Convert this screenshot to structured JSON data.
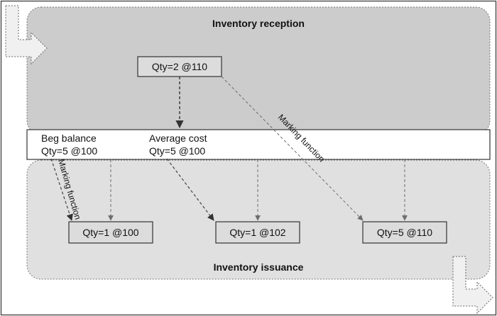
{
  "reception": {
    "title": "Inventory reception",
    "box": "Qty=2 @110"
  },
  "issuance": {
    "title": "Inventory issuance",
    "box1": "Qty=1 @100",
    "box2": "Qty=1 @102",
    "box3": "Qty=5 @110"
  },
  "band": {
    "beg_label": "Beg balance",
    "beg_value": "Qty=5 @100",
    "avg_label": "Average cost",
    "avg_value": "Qty=5 @100"
  },
  "marking_label": "Marking function",
  "colors": {
    "reception_fill": "#cccccc",
    "issuance_fill": "#e0e0e0",
    "box_fill": "#dcdcdc"
  }
}
